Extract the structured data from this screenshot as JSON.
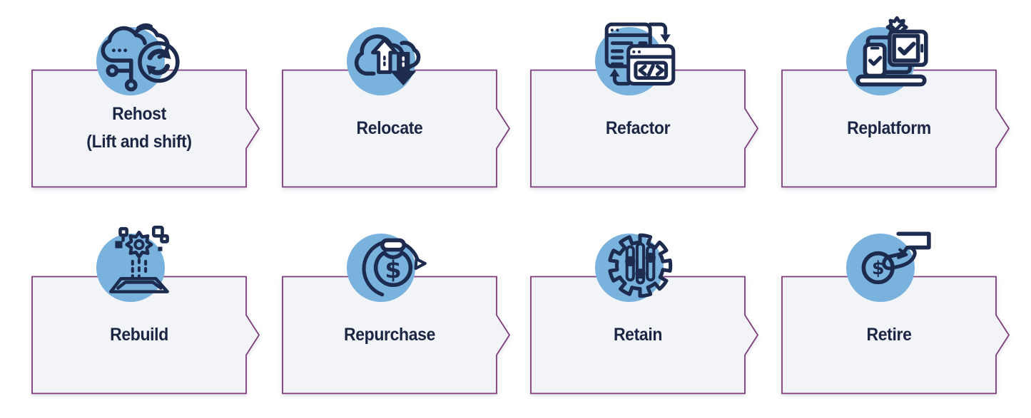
{
  "palette": {
    "accent_blue": "#7ab2de",
    "icon_navy": "#1d2b4f",
    "text_navy": "#1b2645",
    "card_background": "#f3f4f8",
    "card_border": "#7d3c7c",
    "page_background": "#ffffff"
  },
  "cards": [
    {
      "label": "Rehost",
      "sublabel": "(Lift and shift)",
      "icon": "cloud-network-sync-icon"
    },
    {
      "label": "Relocate",
      "sublabel": "",
      "icon": "cloud-up-down-arrows-icon"
    },
    {
      "label": "Refactor",
      "sublabel": "",
      "icon": "code-windows-cycle-icon"
    },
    {
      "label": "Replatform",
      "sublabel": "",
      "icon": "devices-check-gear-icon"
    },
    {
      "label": "Rebuild",
      "sublabel": "",
      "icon": "gear-blocks-platform-icon"
    },
    {
      "label": "Repurchase",
      "sublabel": "",
      "icon": "money-bag-refresh-icon"
    },
    {
      "label": "Retain",
      "sublabel": "",
      "icon": "gear-sliders-icon"
    },
    {
      "label": "Retire",
      "sublabel": "",
      "icon": "hand-coin-icon"
    }
  ]
}
